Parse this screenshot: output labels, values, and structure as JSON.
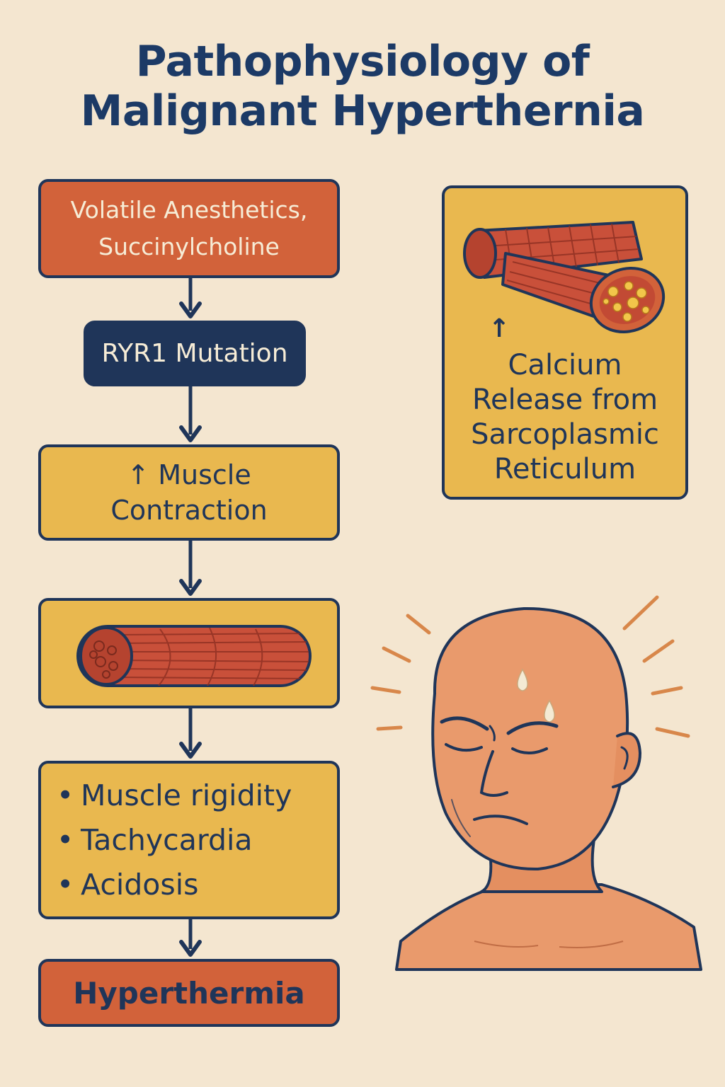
{
  "title": {
    "line1": "Pathophysiology of",
    "line2": "Malignant Hyperthernia"
  },
  "flow": {
    "trigger": {
      "line1": "Volatile Anesthetics,",
      "line2": "Succinylcholine"
    },
    "ryr1": {
      "label": "RYR1 Mutation"
    },
    "contraction": {
      "line1": "↑ Muscle",
      "line2": "Contraction"
    },
    "symptoms": {
      "items": [
        "Muscle rigidity",
        "Tachycardia",
        "Acidosis"
      ]
    },
    "outcome": {
      "label": "Hyperthermia"
    }
  },
  "calcium": {
    "arrow": "↑",
    "line1": "Calcium",
    "line2": "Release from",
    "line3": "Sarcoplasmic",
    "line4": "Reticulum"
  },
  "colors": {
    "background": "#f4e6d0",
    "navy": "#1f3559",
    "orange": "#d2623a",
    "yellow": "#e9b84f",
    "muscle": "#c9503a",
    "skin": "#e99a6c"
  },
  "icons": [
    "muscle-fiber-icon",
    "muscle-cross-section-icon",
    "sweating-patient-icon",
    "down-arrow-icon"
  ]
}
